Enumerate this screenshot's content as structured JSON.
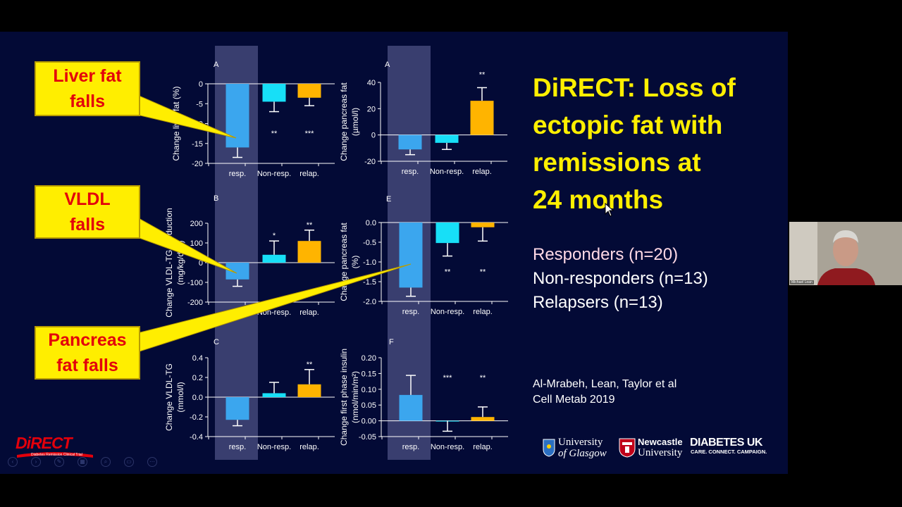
{
  "slide": {
    "title_lines": [
      "DiRECT: Loss of",
      "ectopic fat with",
      "remissions at",
      "24 months"
    ],
    "groups": [
      {
        "label": "Responders (n=20)",
        "color": "#ffd9e6"
      },
      {
        "label": "Non-responders (n=13)",
        "color": "#ffffff"
      },
      {
        "label": "Relapsers (n=13)",
        "color": "#ffffff"
      }
    ],
    "citation_line1": "Al-Mrabeh, Lean, Taylor et al",
    "citation_line2": "Cell Metab 2019",
    "callouts": [
      {
        "line1": "Liver fat",
        "line2": "falls"
      },
      {
        "line1": "VLDL",
        "line2": "falls"
      },
      {
        "line1": "Pancreas",
        "line2": "fat falls"
      }
    ],
    "logos": {
      "glasgow_line1": "University",
      "glasgow_line2": "of Glasgow",
      "newcastle_line1": "Newcastle",
      "newcastle_line2": "University",
      "diabetes_uk": "DIABETES UK",
      "diabetes_uk_tagline": "CARE. CONNECT. CAMPAIGN.",
      "direct_logo": "DiRECT",
      "direct_tagline": "Diabetes Remission Clinical Trial"
    },
    "webcam_name": "Michael Lean"
  },
  "colors": {
    "resp": "#3ba6ee",
    "nonresp": "#17dff7",
    "relap": "#ffb400",
    "title": "#ffef00",
    "callout_text": "#e3000b",
    "callout_bg": "#ffee00"
  },
  "chart_data": [
    {
      "panel_label": "A",
      "type": "bar",
      "ylabel_lines": [
        "Change liver fat (%)"
      ],
      "categories": [
        "resp.",
        "Non-resp.",
        "relap."
      ],
      "values": [
        -16,
        -4.5,
        -3.5
      ],
      "errors": [
        2.5,
        2.5,
        2.0
      ],
      "significance": [
        "",
        "**",
        "***"
      ],
      "sig_position": "below",
      "ylim": [
        -20,
        0
      ],
      "ticks": [
        0,
        -5,
        -10,
        -15,
        -20
      ],
      "tick_labels": [
        "0",
        "-5",
        "-10",
        "-15",
        "-20"
      ]
    },
    {
      "panel_label": "A",
      "type": "bar",
      "ylabel_lines": [
        "Change pancreas fat",
        "(µmol/l)"
      ],
      "categories": [
        "resp.",
        "Non-resp.",
        "relap."
      ],
      "values": [
        -11,
        -6,
        26
      ],
      "errors": [
        4,
        5,
        10
      ],
      "significance": [
        "",
        "",
        "**"
      ],
      "sig_position": "above",
      "ylim": [
        -20,
        40
      ],
      "ticks": [
        40,
        20,
        0,
        -20
      ],
      "tick_labels": [
        "40",
        "20",
        "0",
        "-20"
      ]
    },
    {
      "panel_label": "B",
      "type": "bar",
      "ylabel_lines": [
        "Change VLDL-TG production",
        "(mg/kg/day)"
      ],
      "categories": [
        "resp.",
        "Non-resp.",
        "relap."
      ],
      "values": [
        -85,
        40,
        110
      ],
      "errors": [
        35,
        70,
        55
      ],
      "significance": [
        "",
        "*",
        "**"
      ],
      "sig_position": "above",
      "ylim": [
        -200,
        200
      ],
      "ticks": [
        200,
        100,
        0,
        -100,
        -200
      ],
      "tick_labels": [
        "200",
        "100",
        "0",
        "-100",
        "-200"
      ]
    },
    {
      "panel_label": "E",
      "type": "bar",
      "ylabel_lines": [
        "Change pancreas fat",
        "(%)"
      ],
      "categories": [
        "resp.",
        "Non-resp.",
        "relap."
      ],
      "values": [
        -1.65,
        -0.52,
        -0.12
      ],
      "errors": [
        0.22,
        0.33,
        0.35
      ],
      "significance": [
        "",
        "**",
        "**"
      ],
      "sig_position": "below",
      "ylim": [
        -2.0,
        0.0
      ],
      "ticks": [
        0.0,
        -0.5,
        -1.0,
        -1.5,
        -2.0
      ],
      "tick_labels": [
        "0.0",
        "-0.5",
        "-1.0",
        "-1.5",
        "-2.0"
      ]
    },
    {
      "panel_label": "C",
      "type": "bar",
      "ylabel_lines": [
        "Change VLDL-TG",
        "(mmol/l)"
      ],
      "categories": [
        "resp.",
        "Non-resp.",
        "relap."
      ],
      "values": [
        -0.23,
        0.04,
        0.13
      ],
      "errors": [
        0.06,
        0.11,
        0.15
      ],
      "significance": [
        "",
        "",
        "**"
      ],
      "sig_position": "above",
      "ylim": [
        -0.4,
        0.4
      ],
      "ticks": [
        0.4,
        0.2,
        0.0,
        -0.2,
        -0.4
      ],
      "tick_labels": [
        "0.4",
        "0.2",
        "0.0",
        "-0.2",
        "-0.4"
      ]
    },
    {
      "panel_label": "F",
      "type": "bar",
      "ylabel_lines": [
        "Change first phase insulin",
        "(nmol/min/m²)"
      ],
      "categories": [
        "resp.",
        "Non-resp.",
        "relap."
      ],
      "values": [
        0.082,
        0.0,
        0.012
      ],
      "errors": [
        0.062,
        0.033,
        0.032
      ],
      "error_dir": [
        1,
        -1,
        1
      ],
      "significance": [
        "",
        "***",
        "**"
      ],
      "sig_position": "top",
      "ylim": [
        -0.05,
        0.2
      ],
      "ticks": [
        0.2,
        0.15,
        0.1,
        0.05,
        0.0,
        -0.05
      ],
      "tick_labels": [
        "0.20",
        "0.15",
        "0.10",
        "0.05",
        "0.00",
        "-0.05"
      ]
    }
  ]
}
